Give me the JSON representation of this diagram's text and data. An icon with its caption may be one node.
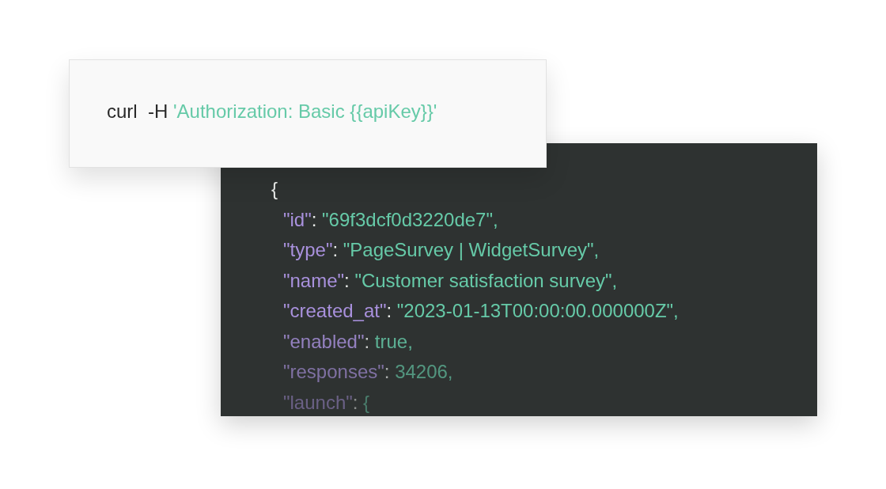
{
  "diagram": {
    "nodes": [
      {
        "text": [
          "curl  -H 'Authorization: Basic {{apiKey}}'"
        ]
      },
      {
        "text": [
          "{",
          "\"id\": \"69f3dcf0d3220de7\",",
          "\"type\": \"PageSurvey | WidgetSurvey\",",
          "\"name\": \"Customer satisfaction survey\",",
          "\"created_at\": \"2023-01-13T00:00:00.000000Z\",",
          "\"enabled\": true,",
          "\"responses\": 34206,",
          "\"launch\": {"
        ]
      }
    ],
    "edges": []
  }
}
